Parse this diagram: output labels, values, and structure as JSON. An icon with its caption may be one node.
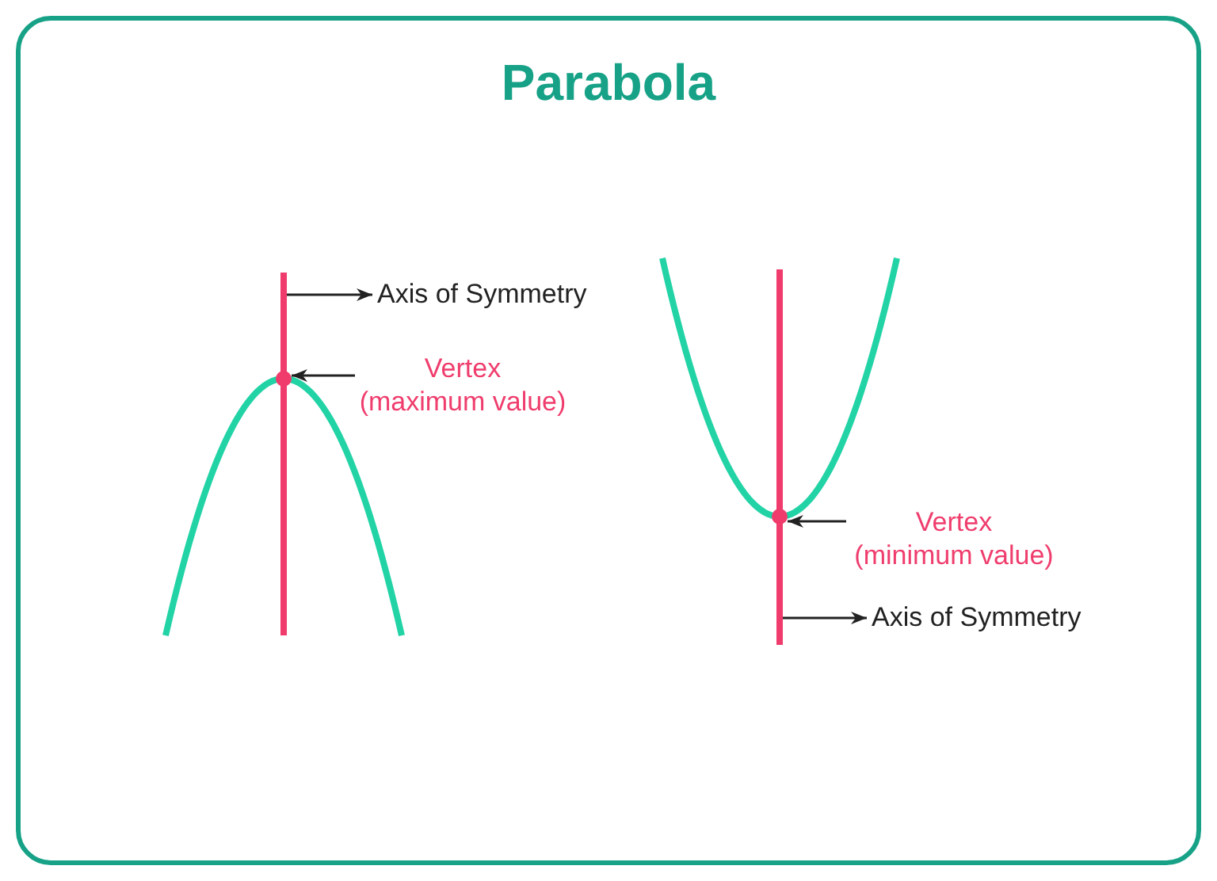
{
  "diagram": {
    "title": "Parabola",
    "nodes": [
      {
        "text": [],
        "shape": "line"
      },
      {
        "text": [
          "Axis of Symmetry"
        ]
      },
      {
        "text": [],
        "shape": "circle"
      },
      {
        "text": [
          "Vertex (maximum value)"
        ]
      },
      {
        "text": [],
        "shape": "line"
      },
      {
        "text": [],
        "shape": "circle"
      },
      {
        "text": [
          "Vertex (minimum value)"
        ]
      },
      {
        "text": [
          "Axis of Symmetry"
        ]
      }
    ],
    "edges": [
      {
        "from": 0,
        "to": 1,
        "arrow": "to"
      },
      {
        "from": 3,
        "to": 2,
        "arrow": "to"
      },
      {
        "from": 6,
        "to": 5,
        "arrow": "to"
      },
      {
        "from": 4,
        "to": 7,
        "arrow": "to"
      }
    ]
  }
}
